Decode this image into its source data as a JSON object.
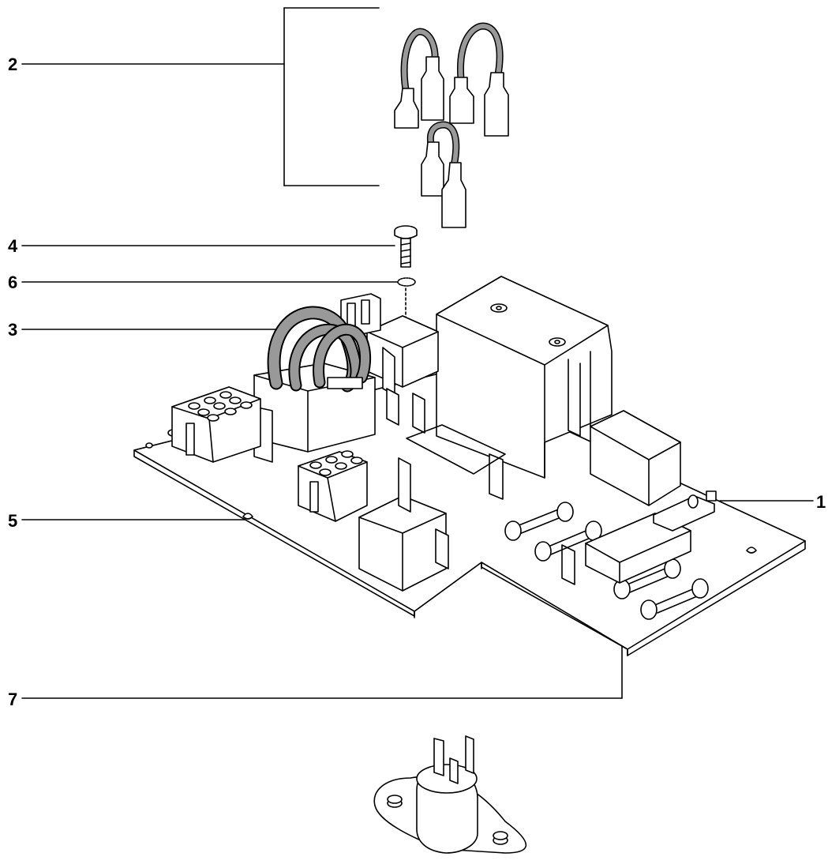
{
  "diagram": {
    "callouts": [
      {
        "id": "c2",
        "label": "2"
      },
      {
        "id": "c4",
        "label": "4"
      },
      {
        "id": "c6",
        "label": "6"
      },
      {
        "id": "c3",
        "label": "3"
      },
      {
        "id": "c5",
        "label": "5"
      },
      {
        "id": "c7",
        "label": "7"
      },
      {
        "id": "c1",
        "label": "1"
      }
    ],
    "colors": {
      "line": "#000000",
      "wire": "#999999",
      "fill": "#ffffff"
    }
  }
}
